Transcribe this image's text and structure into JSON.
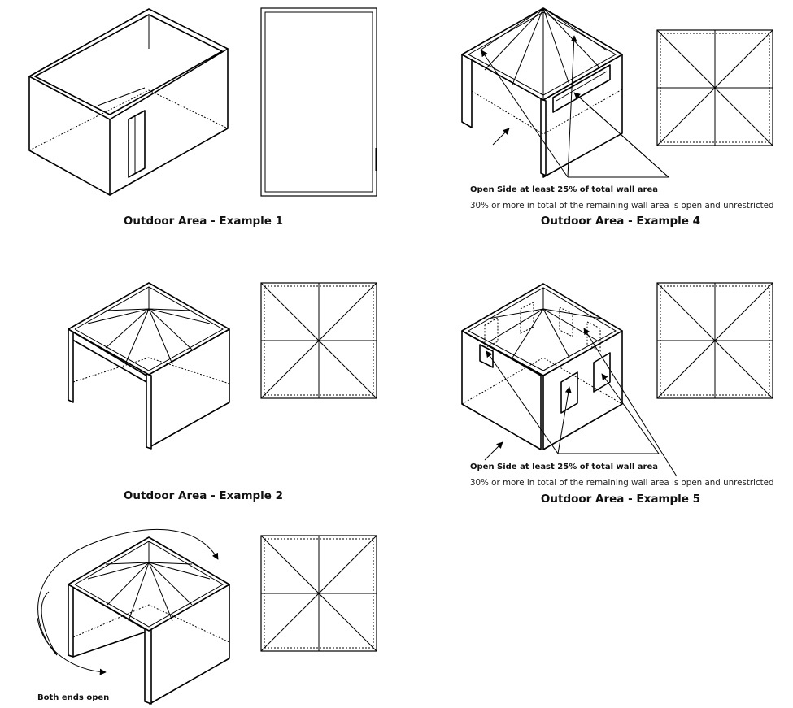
{
  "examples": [
    {
      "caption": "Outdoor Area - Example 1"
    },
    {
      "caption": "Outdoor Area - Example 2"
    },
    {
      "caption": "Outdoor Area - Example 4",
      "note_open_side": "Open Side at least 25% of total wall area",
      "note_remaining": "30% or more in total of the remaining wall area is open and unrestricted"
    },
    {
      "caption": "Outdoor Area - Example 5",
      "note_open_side": "Open Side at least 25% of total wall area",
      "note_remaining": "30% or more in total of the remaining wall area is open and unrestricted"
    },
    {
      "note_both_ends": "Both ends open"
    }
  ]
}
